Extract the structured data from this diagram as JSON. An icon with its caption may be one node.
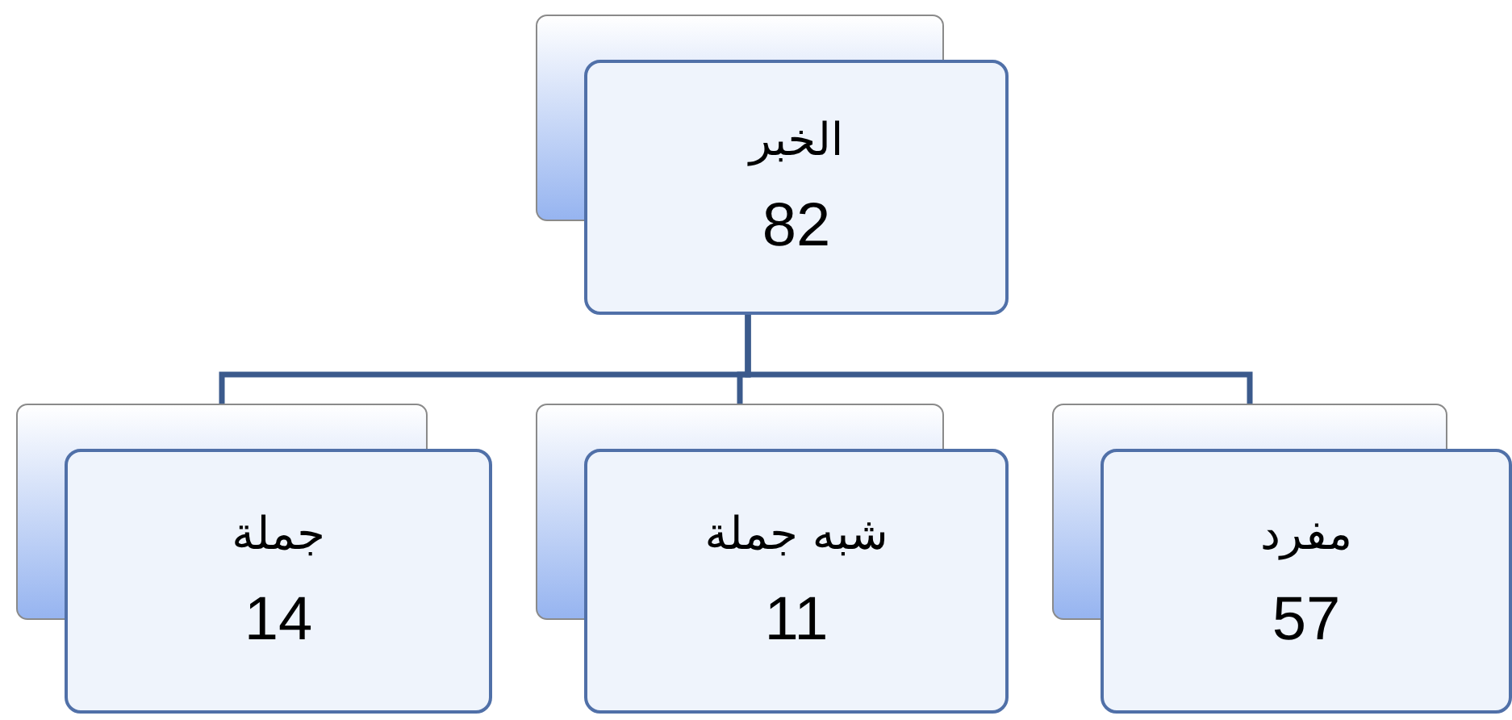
{
  "diagram": {
    "nodes": [
      {
        "text": [
          "الخبر",
          "82"
        ]
      },
      {
        "text": [
          "جملة",
          "14"
        ]
      },
      {
        "text": [
          "شبه جملة",
          "11"
        ]
      },
      {
        "text": [
          "مفرد",
          "57"
        ]
      }
    ],
    "edges": [
      {
        "from": 0,
        "to": 1,
        "arrow": "none"
      },
      {
        "from": 0,
        "to": 2,
        "arrow": "none"
      },
      {
        "from": 0,
        "to": 3,
        "arrow": "none"
      }
    ]
  }
}
